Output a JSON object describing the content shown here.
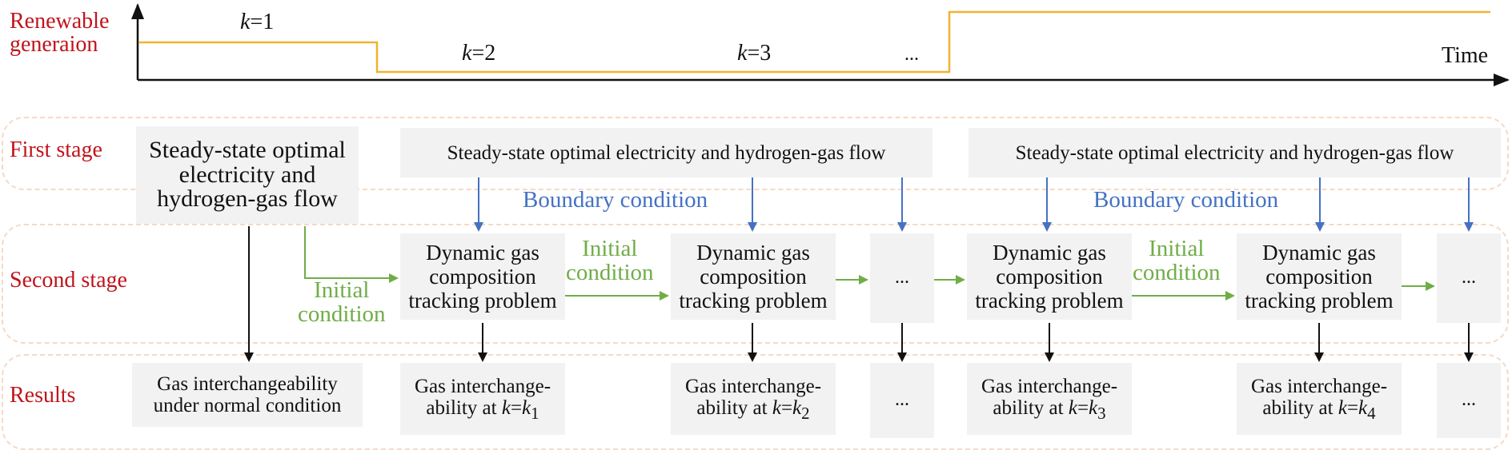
{
  "timeline": {
    "label_line1": "Renewable",
    "label_line2": "generaion",
    "axis_label": "Time",
    "segments": [
      {
        "var": "k",
        "value": "1"
      },
      {
        "var": "k",
        "value": "2"
      },
      {
        "var": "k",
        "value": "3"
      }
    ],
    "ellipsis": "...",
    "colors": {
      "axis": "#111111",
      "step_line": "#f2b233"
    }
  },
  "stages": {
    "first": "First stage",
    "second": "Second stage",
    "results": "Results"
  },
  "first_stage": {
    "initial_box": [
      "Steady-state optimal",
      "electricity and",
      "hydrogen-gas flow"
    ],
    "group_box": "Steady-state optimal electricity and hydrogen-gas flow"
  },
  "boundary_label": "Boundary condition",
  "initial_label": [
    "Initial",
    "condition"
  ],
  "dynamic_box": [
    "Dynamic gas",
    "composition",
    "tracking problem"
  ],
  "ellipsis_box": "...",
  "results": {
    "normal": [
      "Gas interchangeability",
      "under normal condition"
    ],
    "interchange_line1": "Gas interchange-",
    "interchange_line2_prefix": "ability at ",
    "k_var": "k",
    "equals": "=",
    "subscripts": [
      "1",
      "2",
      "3",
      "4"
    ]
  },
  "colors": {
    "red_label": "#c0141c",
    "blue_arrow": "#4472c4",
    "green_arrow": "#70ad47",
    "black_arrow": "#111111",
    "box_fill": "#f2f2f2",
    "band_border": "#f6d9c4"
  }
}
